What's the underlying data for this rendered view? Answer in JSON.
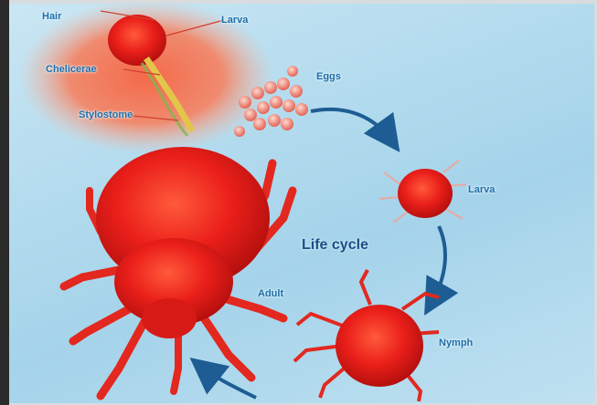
{
  "diagram": {
    "title": "Life cycle",
    "labels": {
      "hair": "Hair",
      "larva_top": "Larva",
      "chelicerae": "Chelicerae",
      "eggs": "Eggs",
      "stylostome": "Stylostome",
      "larva_right": "Larva",
      "adult": "Adult",
      "nymph": "Nymph"
    },
    "stages": [
      "Eggs",
      "Larva",
      "Nymph",
      "Adult"
    ]
  },
  "colors": {
    "background": "#b3dbee",
    "mite": "#e8201c",
    "arrow": "#1d5d93",
    "label_text": "#1f6ea8"
  }
}
